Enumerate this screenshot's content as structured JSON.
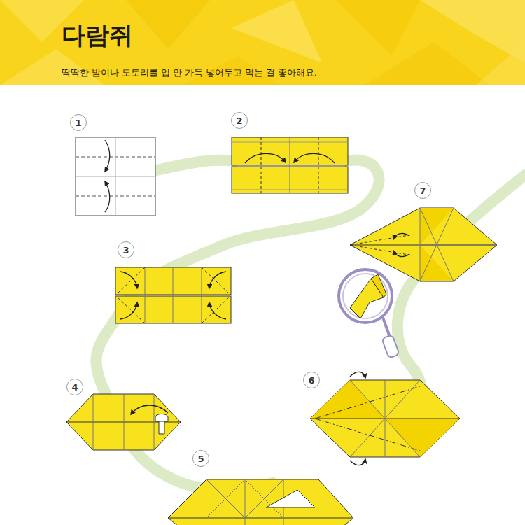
{
  "diagram": {
    "title": "다람쥐",
    "nodes": [
      {
        "text": [
          "1"
        ]
      },
      {
        "text": [
          "2"
        ]
      },
      {
        "text": [
          "3"
        ]
      },
      {
        "text": [
          "4"
        ]
      },
      {
        "text": [
          "5"
        ]
      },
      {
        "text": [
          "6"
        ]
      },
      {
        "text": [
          "7"
        ]
      }
    ],
    "labels": [
      "딱딱한 밤이나 도토리를 입 안 가득 넣어두고 먹는 걸 좋아해요."
    ]
  }
}
